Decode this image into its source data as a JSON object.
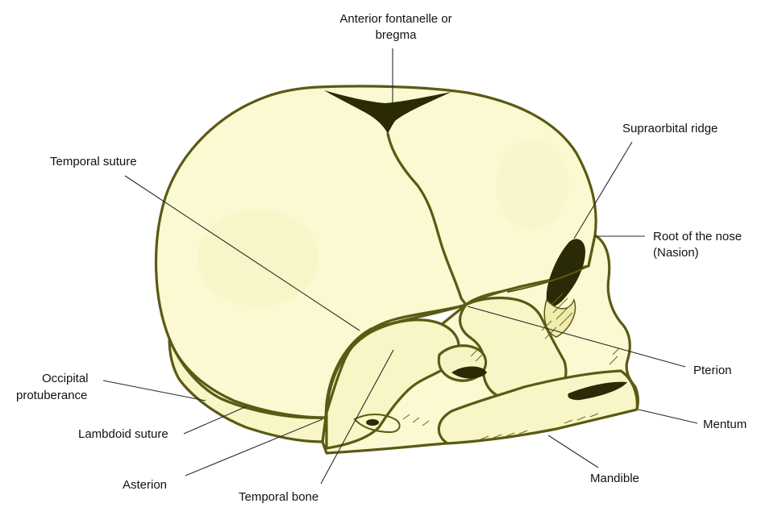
{
  "colors": {
    "bone_fill": "#fbf9d2",
    "bone_shadow": "#f3efb0",
    "outline": "#5a5a14",
    "dark": "#2a2a06"
  },
  "labels": {
    "anterior_fontanelle_line1": "Anterior fontanelle or",
    "anterior_fontanelle_line2": "bregma",
    "supraorbital_ridge": "Supraorbital ridge",
    "temporal_suture": "Temporal suture",
    "root_of_nose_line1": "Root of the nose",
    "root_of_nose_line2": "(Nasion)",
    "pterion": "Pterion",
    "occipital_protuberance_line1": "Occipital",
    "occipital_protuberance_line2": "protuberance",
    "lambdoid_suture": "Lambdoid suture",
    "mentum": "Mentum",
    "asterion": "Asterion",
    "mandible": "Mandible",
    "temporal_bone": "Temporal bone"
  }
}
